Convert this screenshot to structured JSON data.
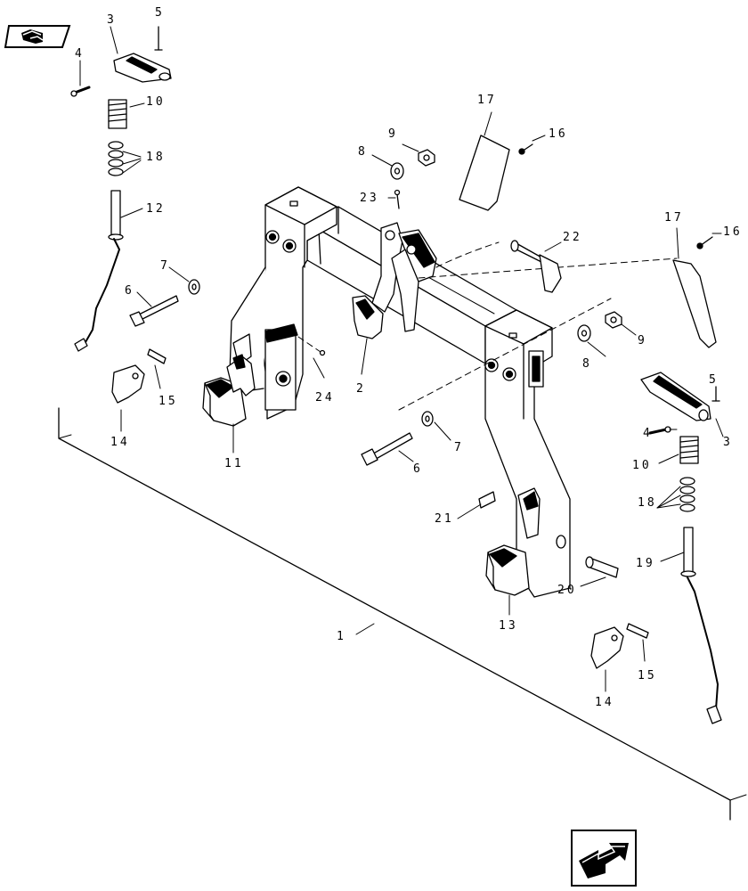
{
  "diagram": {
    "type": "exploded-parts-view",
    "callouts": [
      {
        "id": "1",
        "text": "1"
      },
      {
        "id": "2",
        "text": "2"
      },
      {
        "id": "3a",
        "text": "3"
      },
      {
        "id": "3b",
        "text": "3"
      },
      {
        "id": "4a",
        "text": "4"
      },
      {
        "id": "4b",
        "text": "4"
      },
      {
        "id": "5a",
        "text": "5"
      },
      {
        "id": "5b",
        "text": "5"
      },
      {
        "id": "6a",
        "text": "6"
      },
      {
        "id": "6b",
        "text": "6"
      },
      {
        "id": "7a",
        "text": "7"
      },
      {
        "id": "7b",
        "text": "7"
      },
      {
        "id": "8a",
        "text": "8"
      },
      {
        "id": "8b",
        "text": "8"
      },
      {
        "id": "9a",
        "text": "9"
      },
      {
        "id": "9b",
        "text": "9"
      },
      {
        "id": "10a",
        "text": "10"
      },
      {
        "id": "10b",
        "text": "10"
      },
      {
        "id": "11",
        "text": "11"
      },
      {
        "id": "12",
        "text": "12"
      },
      {
        "id": "13",
        "text": "13"
      },
      {
        "id": "14a",
        "text": "14"
      },
      {
        "id": "14b",
        "text": "14"
      },
      {
        "id": "15a",
        "text": "15"
      },
      {
        "id": "15b",
        "text": "15"
      },
      {
        "id": "16a",
        "text": "16"
      },
      {
        "id": "16b",
        "text": "16"
      },
      {
        "id": "17a",
        "text": "17"
      },
      {
        "id": "17b",
        "text": "17"
      },
      {
        "id": "18a",
        "text": "18"
      },
      {
        "id": "18b",
        "text": "18"
      },
      {
        "id": "19",
        "text": "19"
      },
      {
        "id": "20",
        "text": "20"
      },
      {
        "id": "21",
        "text": "21"
      },
      {
        "id": "22",
        "text": "22"
      },
      {
        "id": "23",
        "text": "23"
      },
      {
        "id": "24",
        "text": "24"
      }
    ]
  },
  "navigation": {
    "prev_icon": "book-arrow-back-icon",
    "next_icon": "arrow-forward-icon"
  },
  "colors": {
    "line": "#000000",
    "background": "#ffffff",
    "part_fill": "#ffffff",
    "shade": "#000000"
  }
}
